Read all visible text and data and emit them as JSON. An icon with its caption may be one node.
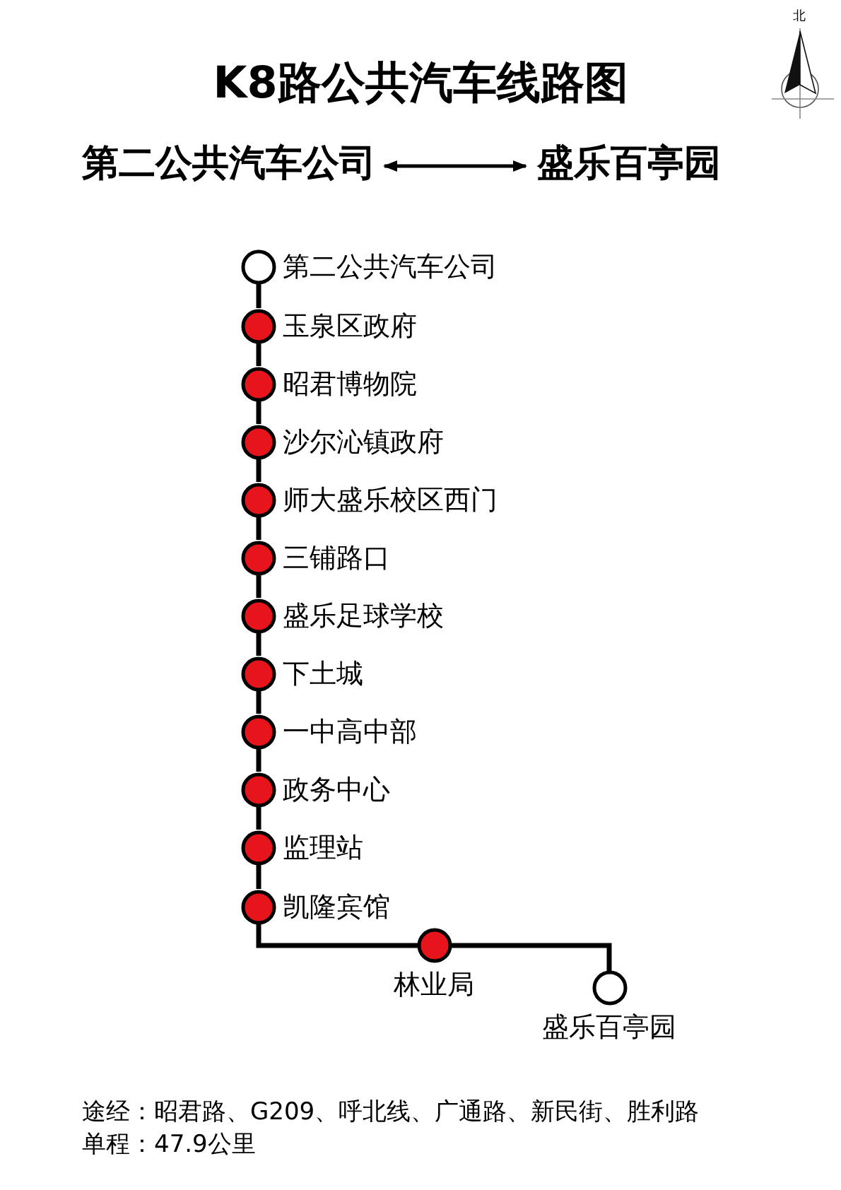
{
  "diagram": {
    "title": "K8路公共汽车线路图",
    "nodes": [
      {
        "text": [
          "第二公共汽车公司"
        ]
      },
      {
        "text": [
          "盛乐百亭园"
        ]
      },
      {
        "text": [],
        "shape": "circle",
        "beside": [
          "第二公共汽车公司"
        ]
      },
      {
        "text": [],
        "shape": "circle",
        "beside": [
          "玉泉区政府"
        ]
      },
      {
        "text": [],
        "shape": "circle",
        "beside": [
          "昭君博物院"
        ]
      },
      {
        "text": [],
        "shape": "circle",
        "beside": [
          "沙尔沁镇政府"
        ]
      },
      {
        "text": [],
        "shape": "circle",
        "beside": [
          "师大盛乐校区西门"
        ]
      },
      {
        "text": [],
        "shape": "circle",
        "beside": [
          "三铺路口"
        ]
      },
      {
        "text": [],
        "shape": "circle",
        "beside": [
          "盛乐足球学校"
        ]
      },
      {
        "text": [],
        "shape": "circle",
        "beside": [
          "下土城"
        ]
      },
      {
        "text": [],
        "shape": "circle",
        "beside": [
          "一中高中部"
        ]
      },
      {
        "text": [],
        "shape": "circle",
        "beside": [
          "政务中心"
        ]
      },
      {
        "text": [],
        "shape": "circle",
        "beside": [
          "监理站"
        ]
      },
      {
        "text": [],
        "shape": "circle",
        "beside": [
          "凯隆宾馆"
        ]
      },
      {
        "text": [],
        "shape": "circle",
        "beside": [
          "林业局"
        ]
      },
      {
        "text": [],
        "shape": "circle",
        "beside": [
          "盛乐百亭园"
        ]
      }
    ],
    "edges": [
      {
        "from": 0,
        "to": 1,
        "arrow": "both"
      },
      {
        "from": 2,
        "to": 3,
        "arrow": "none"
      },
      {
        "from": 3,
        "to": 4,
        "arrow": "none"
      },
      {
        "from": 4,
        "to": 5,
        "arrow": "none"
      },
      {
        "from": 5,
        "to": 6,
        "arrow": "none"
      },
      {
        "from": 6,
        "to": 7,
        "arrow": "none"
      },
      {
        "from": 7,
        "to": 8,
        "arrow": "none"
      },
      {
        "from": 8,
        "to": 9,
        "arrow": "none"
      },
      {
        "from": 9,
        "to": 10,
        "arrow": "none"
      },
      {
        "from": 10,
        "to": 11,
        "arrow": "none"
      },
      {
        "from": 11,
        "to": 12,
        "arrow": "none"
      },
      {
        "from": 12,
        "to": 13,
        "arrow": "none"
      },
      {
        "from": 13,
        "to": 14,
        "arrow": "none"
      },
      {
        "from": 14,
        "to": 15,
        "arrow": "none"
      }
    ],
    "labels": [
      "北",
      "途经：昭君路、G209、呼北线、广通路、新民街、胜利路",
      "单程：47.9公里"
    ]
  }
}
